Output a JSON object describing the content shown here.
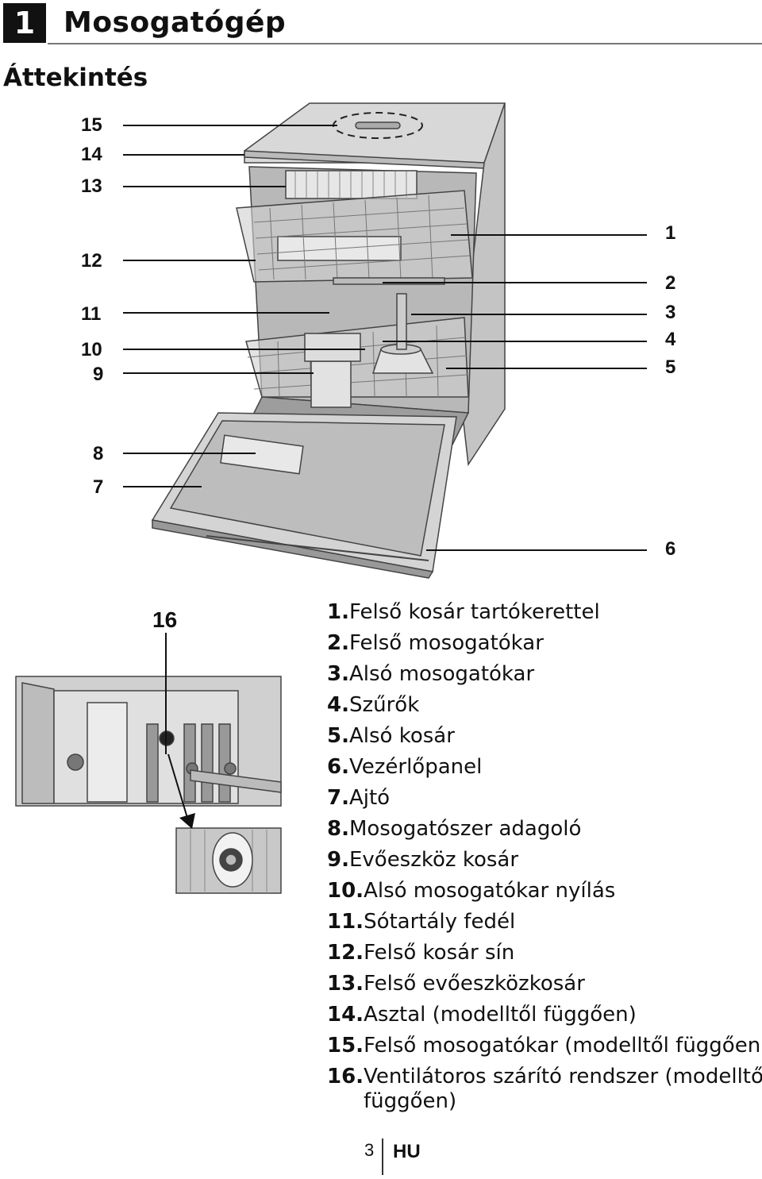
{
  "chapter": {
    "number": "1",
    "title": "Mosogatógép"
  },
  "section_title": "Áttekintés",
  "callouts": {
    "c15": "15",
    "c14": "14",
    "c13": "13",
    "c12": "12",
    "c11": "11",
    "c10": "10",
    "c9": "9",
    "c8": "8",
    "c7": "7",
    "c1": "1",
    "c2": "2",
    "c3": "3",
    "c4": "4",
    "c5": "5",
    "c6": "6",
    "c16": "16"
  },
  "legend": [
    {
      "num": "1.",
      "text": "Felső kosár tartókerettel"
    },
    {
      "num": "2.",
      "text": "Felső mosogatókar"
    },
    {
      "num": "3.",
      "text": "Alsó mosogatókar"
    },
    {
      "num": "4.",
      "text": "Szűrők"
    },
    {
      "num": "5.",
      "text": "Alsó kosár"
    },
    {
      "num": "6.",
      "text": "Vezérlőpanel"
    },
    {
      "num": "7.",
      "text": "Ajtó"
    },
    {
      "num": "8.",
      "text": "Mosogatószer adagoló"
    },
    {
      "num": "9.",
      "text": "Evőeszköz kosár"
    },
    {
      "num": "10.",
      "text": "Alsó mosogatókar nyílás"
    },
    {
      "num": "11.",
      "text": "Sótartály fedél"
    },
    {
      "num": "12.",
      "text": "Felső kosár sín"
    },
    {
      "num": "13.",
      "text": "Felső evőeszközkosár"
    },
    {
      "num": "14.",
      "text": "Asztal (modelltől függően)"
    },
    {
      "num": "15.",
      "text": "Felső mosogatókar (modelltől függően)"
    },
    {
      "num": "16.",
      "text": "Ventilátoros szárító rendszer (modelltől",
      "cont": "függően)"
    }
  ],
  "footer": {
    "page": "3",
    "lang": "HU"
  }
}
